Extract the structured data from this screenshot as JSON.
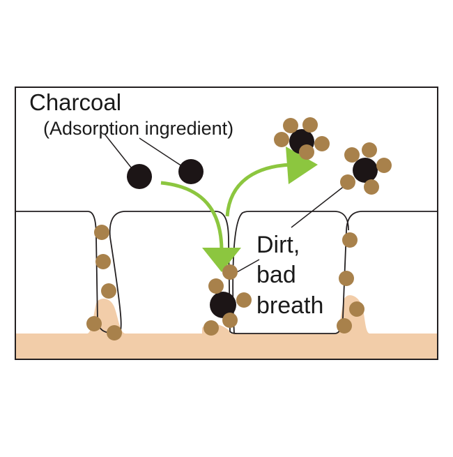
{
  "labels": {
    "charcoal": "Charcoal",
    "charcoal_sub": "(Adsorption ingredient)",
    "dirt_line1": "Dirt,",
    "dirt_line2": "bad",
    "dirt_line3": "breath"
  },
  "colors": {
    "frame": "#231f20",
    "gum": "#f2cda9",
    "dirt_particle": "#a8814b",
    "charcoal": "#1c1516",
    "arrow": "#8cc63f",
    "background": "#ffffff"
  }
}
